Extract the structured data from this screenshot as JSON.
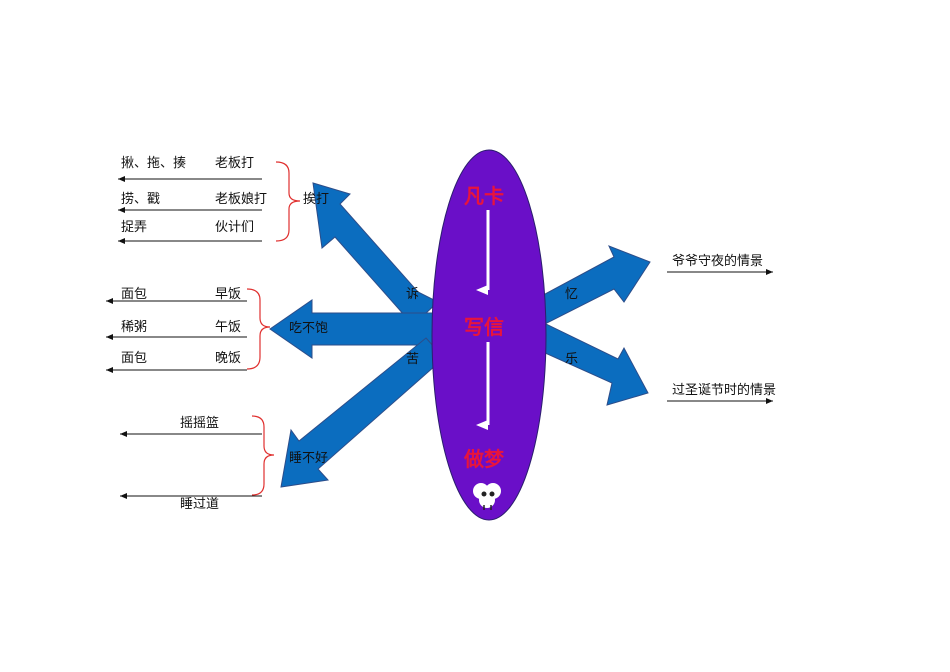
{
  "center": {
    "top": "凡卡",
    "middle": "写信",
    "bottom": "做梦"
  },
  "arrow_labels": {
    "beaten": "挨打",
    "hungry": "吃不饱",
    "sleep": "睡不好",
    "su": "诉",
    "ku": "苦",
    "yi": "忆",
    "le": "乐"
  },
  "beaten_branches": [
    {
      "action": "揪、拖、揍",
      "who": "老板打"
    },
    {
      "action": "捞、戳",
      "who": "老板娘打"
    },
    {
      "action": "捉弄",
      "who": "伙计们"
    }
  ],
  "hungry_branches": [
    {
      "food": "面包",
      "meal": "早饭"
    },
    {
      "food": "稀粥",
      "meal": "午饭"
    },
    {
      "food": "面包",
      "meal": "晚饭"
    }
  ],
  "sleep_branches": [
    {
      "label": "摇摇篮"
    },
    {
      "label": "睡过道"
    }
  ],
  "memories": [
    {
      "label": "爷爷守夜的情景"
    },
    {
      "label": "过圣诞节时的情景"
    }
  ],
  "colors": {
    "ellipse": "#6a0fc8",
    "arrows": "#0b6dbf",
    "center_text": "#e8143c",
    "brace": "#e0302f"
  },
  "icons": [
    "sheep-icon"
  ]
}
